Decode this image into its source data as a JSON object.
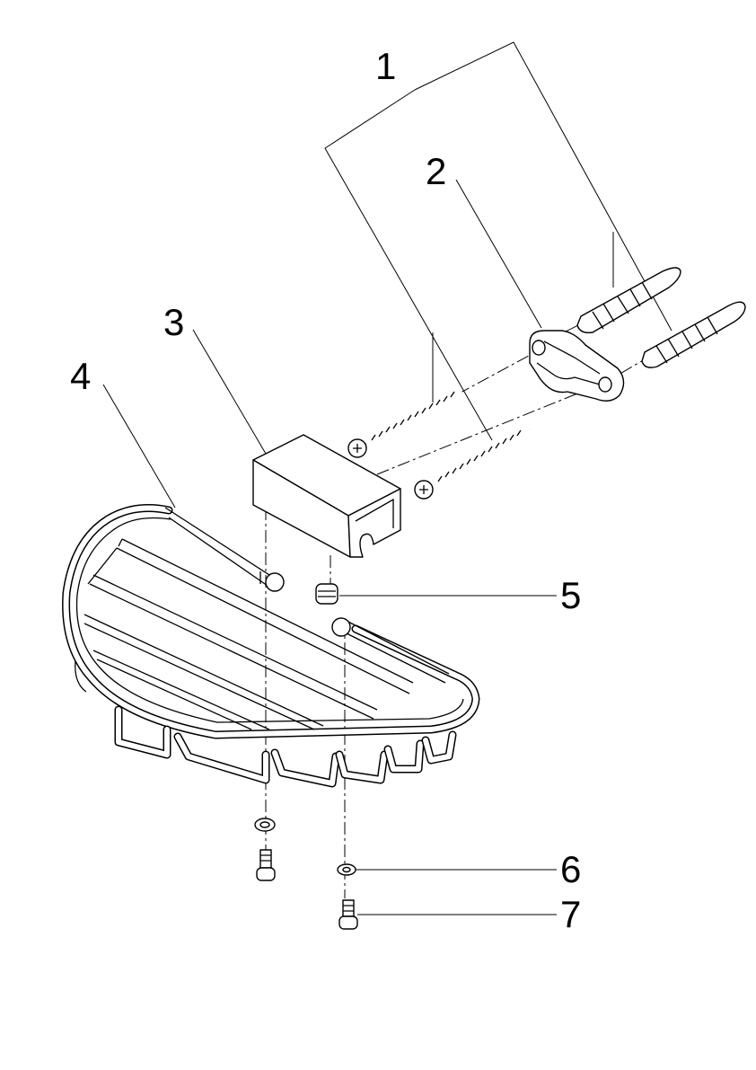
{
  "diagram": {
    "callouts": [
      {
        "id": "1",
        "text": "1"
      },
      {
        "id": "2",
        "text": "2"
      },
      {
        "id": "3",
        "text": "3"
      },
      {
        "id": "4",
        "text": "4"
      },
      {
        "id": "5",
        "text": "5"
      },
      {
        "id": "6",
        "text": "6"
      },
      {
        "id": "7",
        "text": "7"
      }
    ],
    "parts": [
      {
        "callout": "1",
        "name": "fixing-set",
        "icon": "wall-plug-and-screw-icon"
      },
      {
        "callout": "2",
        "name": "wall-bracket",
        "icon": "bracket-icon"
      },
      {
        "callout": "3",
        "name": "bracket-cover",
        "icon": "cover-cap-icon"
      },
      {
        "callout": "4",
        "name": "wire-basket",
        "icon": "basket-icon"
      },
      {
        "callout": "5",
        "name": "spacer",
        "icon": "spacer-icon"
      },
      {
        "callout": "6",
        "name": "washer",
        "icon": "washer-icon"
      },
      {
        "callout": "7",
        "name": "screw",
        "icon": "screw-icon"
      }
    ]
  }
}
